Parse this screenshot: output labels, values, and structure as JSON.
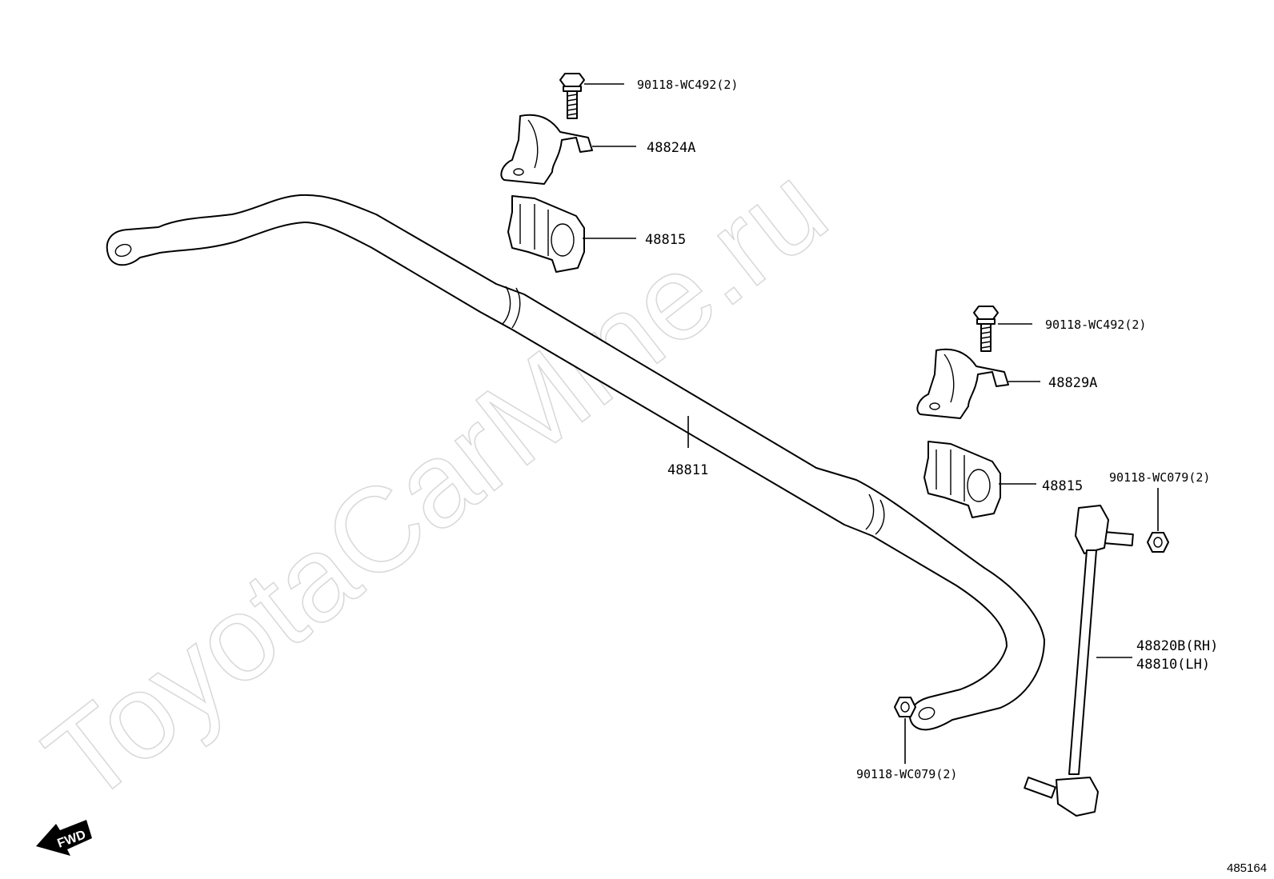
{
  "watermark": "ToyotaCarMine.ru",
  "fwd_indicator": "FWD",
  "diagram_ref": "485164",
  "callouts": {
    "bolt_upper": "90118-WC492(2)",
    "bracket_left": "48824A",
    "bushing_left": "48815",
    "bolt_right": "90118-WC492(2)",
    "bracket_right": "48829A",
    "bushing_right": "48815",
    "nut_right": "90118-WC079(2)",
    "stabilizer_bar": "48811",
    "link_rh": "48820B(RH)",
    "link_lh": "48810(LH)",
    "nut_lower": "90118-WC079(2)"
  }
}
